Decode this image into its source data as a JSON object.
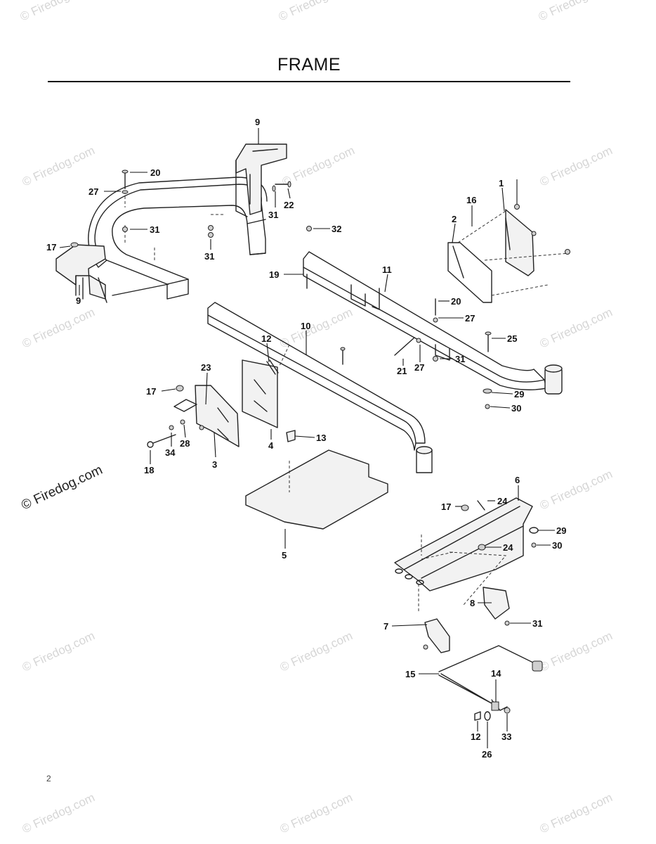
{
  "title": "FRAME",
  "page_number_glyph": "2",
  "watermark_text": "© Firedog.com",
  "watermark_prominent": "© Firedog.com",
  "callouts": [
    "9",
    "20",
    "27",
    "22",
    "31",
    "31",
    "17",
    "9",
    "31",
    "1",
    "16",
    "2",
    "32",
    "19",
    "11",
    "20",
    "27",
    "25",
    "21",
    "27",
    "31",
    "29",
    "30",
    "10",
    "12",
    "23",
    "17",
    "34",
    "28",
    "18",
    "3",
    "4",
    "13",
    "5",
    "6",
    "17",
    "24",
    "24",
    "29",
    "30",
    "8",
    "31",
    "7",
    "15",
    "14",
    "12",
    "33",
    "26"
  ]
}
